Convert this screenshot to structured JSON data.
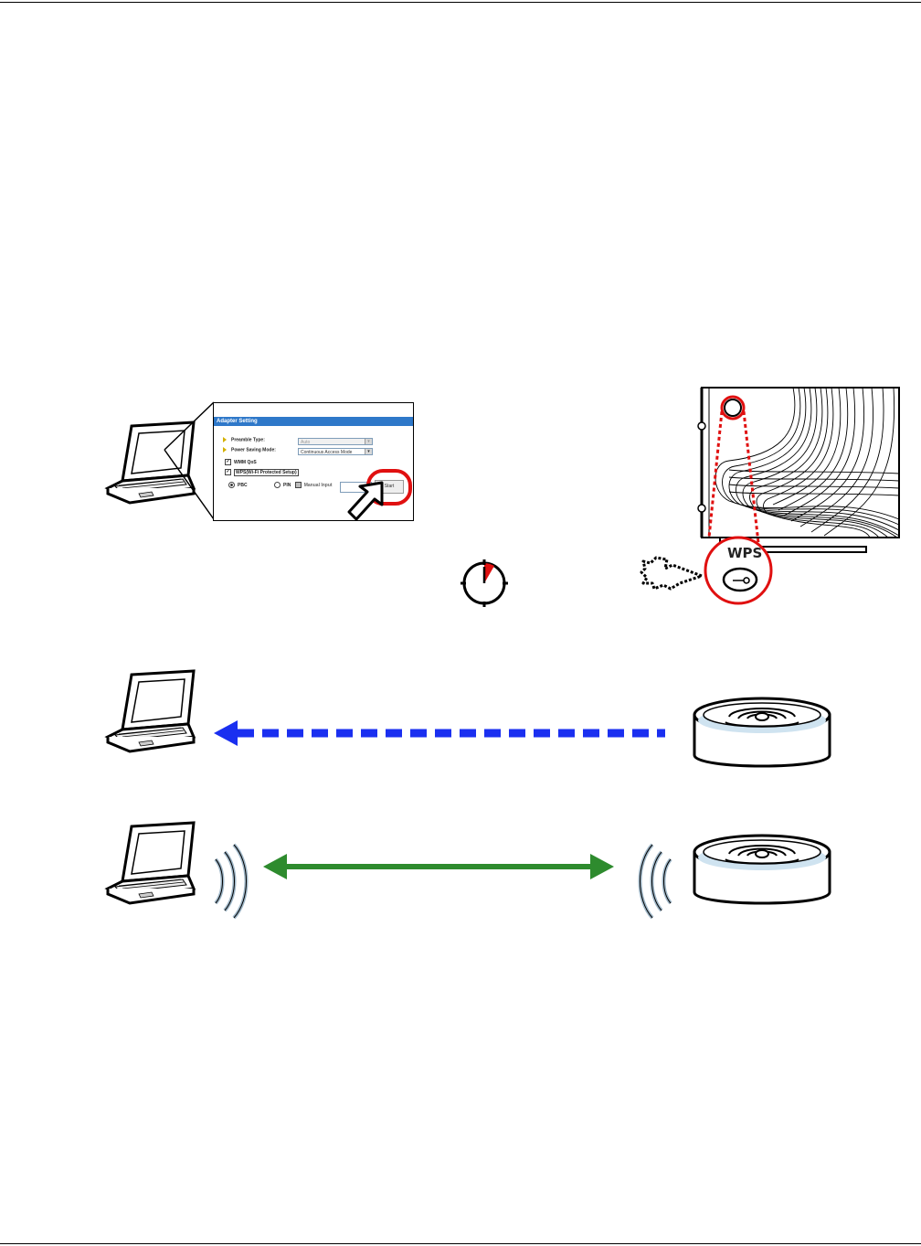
{
  "adapter_dialog": {
    "title": "Adapter Setting",
    "preamble_label": "Preamble Type:",
    "preamble_value": "Auto",
    "power_saving_label": "Power Saving Mode:",
    "power_saving_value": "Continuous Access Mode",
    "wmm_qos_label": "WMM QoS",
    "wps_label": "WPS(Wi-Fi Protected Setup)",
    "pbc_label": "PBC",
    "pin_label": "PIN",
    "manual_input_label": "Manual Input",
    "start_button_label": "Start"
  },
  "router_button": {
    "label": "WPS"
  },
  "colors": {
    "highlight_red": "#e01010",
    "discovery_arrow_blue": "#1a2ff0",
    "connection_arrow_green": "#2e8b2e",
    "dialog_title_blue": "#2e78c9"
  },
  "icons": [
    "laptop-icon",
    "router-icon",
    "timer-icon",
    "hand-pointer-icon",
    "wireless-signal-icon",
    "cursor-arrow-icon"
  ]
}
